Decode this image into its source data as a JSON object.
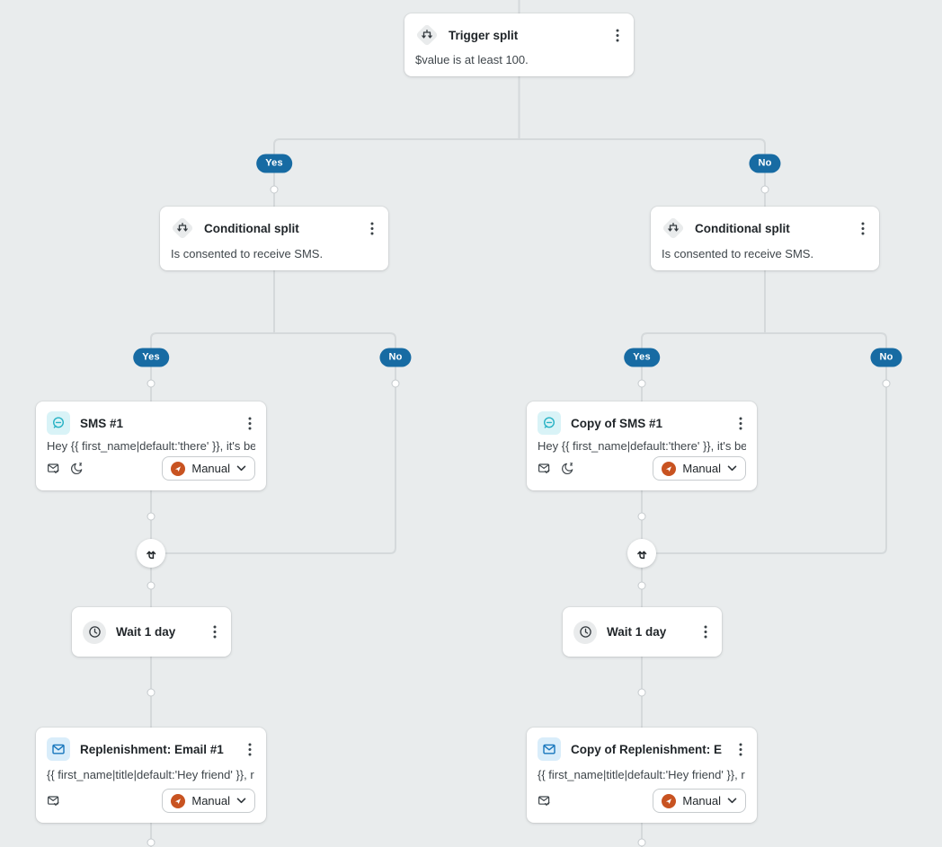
{
  "colors": {
    "bg": "#e9eced",
    "wire": "#d5d9db",
    "badge_blue": "#176ba3",
    "title_text": "#1f2428",
    "desc_text": "#3f464b",
    "orange": "#c85321",
    "sms_teal": "#27b2c4",
    "sms_bg": "#d9f3f7",
    "email_blue": "#1877bd",
    "email_bg": "#d9edfa",
    "icon_gray_bg": "#e9ebec"
  },
  "badges": {
    "yes": "Yes",
    "no": "No"
  },
  "nodes": {
    "trigger_split": {
      "title": "Trigger split",
      "description": "$value is at least 100."
    },
    "conditional_split_left": {
      "title": "Conditional split",
      "description": "Is consented to receive SMS."
    },
    "conditional_split_right": {
      "title": "Conditional split",
      "description": "Is consented to receive SMS."
    },
    "sms_left": {
      "title": "SMS #1",
      "description": "Hey {{ first_name|default:'there' }}, it's be…",
      "status": "Manual"
    },
    "sms_right": {
      "title": "Copy of SMS #1",
      "description": "Hey {{ first_name|default:'there' }}, it's be…",
      "status": "Manual"
    },
    "wait_left": {
      "title": "Wait 1 day"
    },
    "wait_right": {
      "title": "Wait 1 day"
    },
    "email_left": {
      "title": "Replenishment: Email #1",
      "description": "{{ first_name|title|default:'Hey friend' }}, r…",
      "status": "Manual"
    },
    "email_right": {
      "title": "Copy of Replenishment: Em…",
      "description": "{{ first_name|title|default:'Hey friend' }}, r…",
      "status": "Manual"
    }
  }
}
